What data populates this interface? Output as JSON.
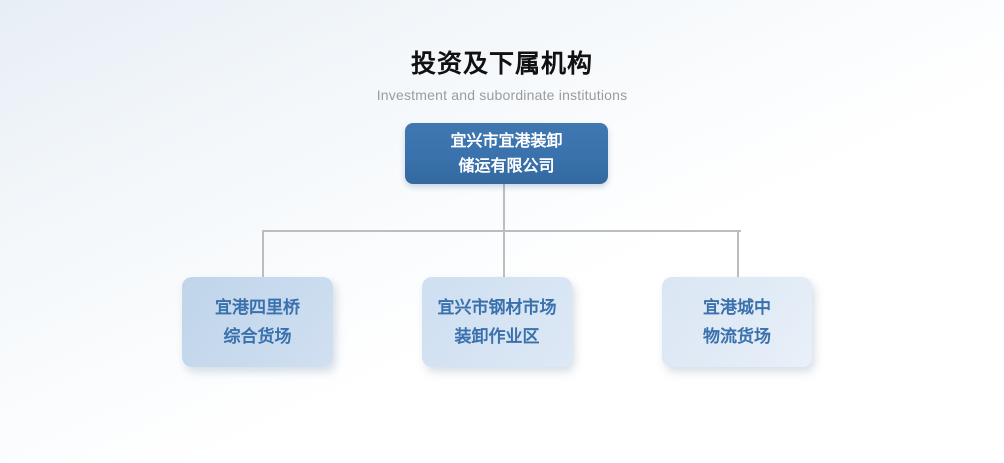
{
  "header": {
    "title": "投资及下属机构",
    "subtitle": "Investment and subordinate institutions"
  },
  "org_chart": {
    "type": "org-tree",
    "root": {
      "name_line1": "宜兴市宜港装卸",
      "name_line2": "储运有限公司"
    },
    "children": [
      {
        "name_line1": "宜港四里桥",
        "name_line2": "综合货场"
      },
      {
        "name_line1": "宜兴市钢材市场",
        "name_line2": "装卸作业区"
      },
      {
        "name_line1": "宜港城中",
        "name_line2": "物流货场"
      }
    ]
  },
  "colors": {
    "page_background_tint": "#e7eef5",
    "root_node_bg": "#3a72ad",
    "root_node_text": "#ffffff",
    "child_node_bg_left": "#c5d8ec",
    "child_node_bg_middle": "#d4e2f2",
    "child_node_bg_right": "#e0eaf5",
    "child_node_text": "#3a71ad",
    "connector": "#bdbdbd",
    "title_text": "#111111",
    "subtitle_text": "#9b9b9b"
  }
}
